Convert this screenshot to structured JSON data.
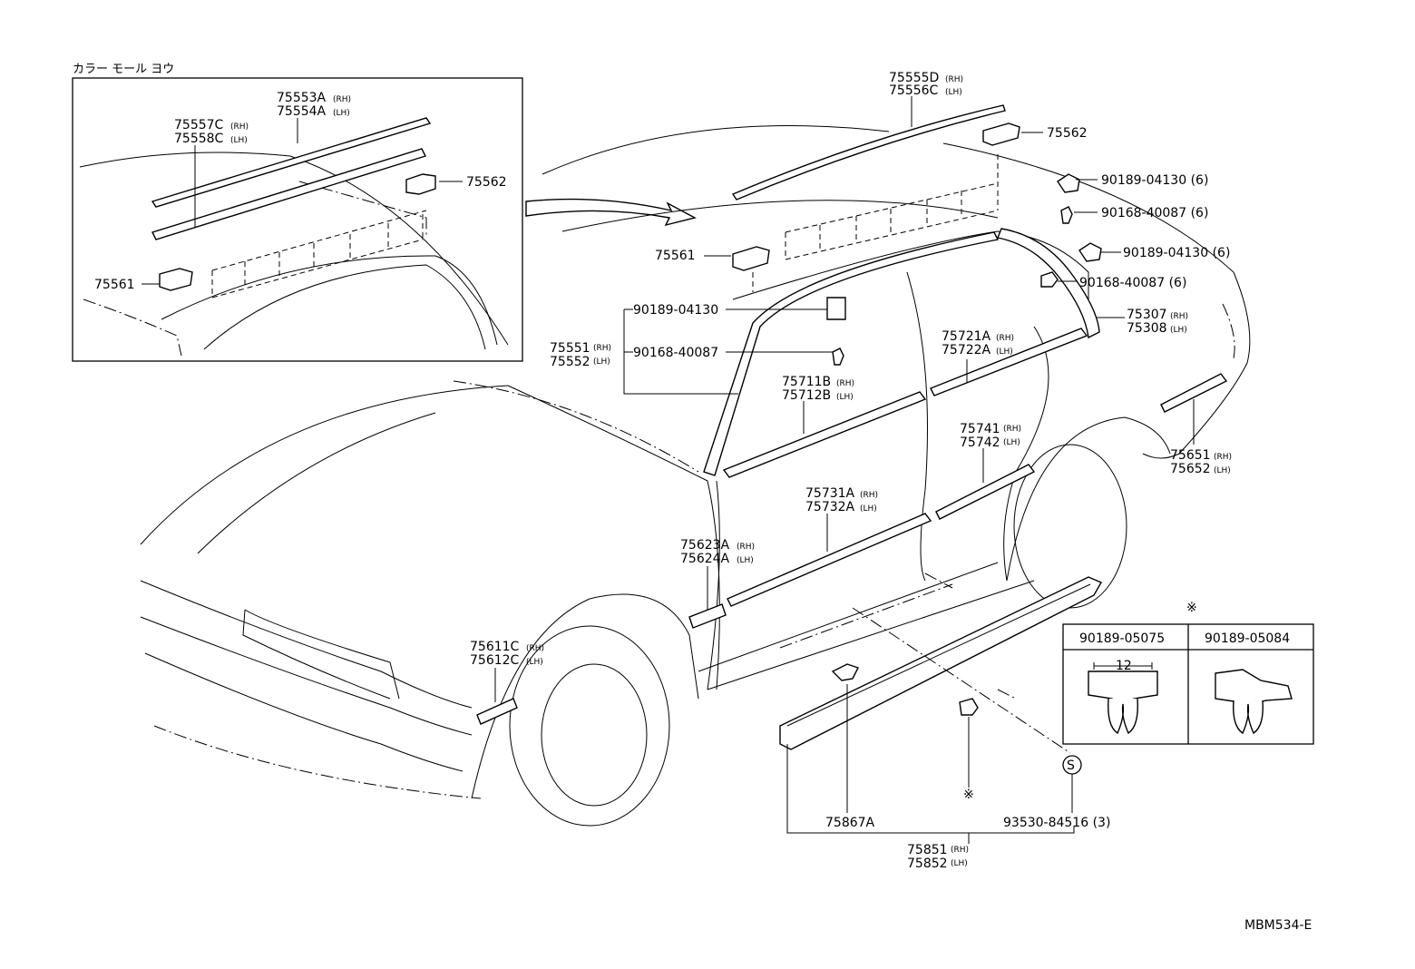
{
  "inset": {
    "title": "カラー モール ヨウ",
    "labels": {
      "p75553": "75553A",
      "p75553_suffix": "(RH)",
      "p75554": "75554A",
      "p75554_suffix": "(LH)",
      "p75557": "75557C",
      "p75557_suffix": "(RH)",
      "p75558": "75558C",
      "p75558_suffix": "(LH)",
      "p75562": "75562",
      "p75561": "75561"
    }
  },
  "main": {
    "labels": {
      "p75555": "75555D",
      "p75555_suffix": "(RH)",
      "p75556": "75556C",
      "p75556_suffix": "(LH)",
      "p75562": "75562",
      "p90189a": "90189-04130 (6)",
      "p90168a": "90168-40087 (6)",
      "p90189b": "90189-04130 (6)",
      "p90168b": "90168-40087 (6)",
      "p75561": "75561",
      "p90189c": "90189-04130",
      "p90168c": "90168-40087",
      "p75551": "75551",
      "p75551_suffix": "(RH)",
      "p75552": "75552",
      "p75552_suffix": "(LH)",
      "p75721": "75721A",
      "p75721_suffix": "(RH)",
      "p75722": "75722A",
      "p75722_suffix": "(LH)",
      "p75307": "75307",
      "p75307_suffix": "(RH)",
      "p75308": "75308",
      "p75308_suffix": "(LH)",
      "p75711": "75711B",
      "p75711_suffix": "(RH)",
      "p75712": "75712B",
      "p75712_suffix": "(LH)",
      "p75741": "75741",
      "p75741_suffix": "(RH)",
      "p75742": "75742",
      "p75742_suffix": "(LH)",
      "p75651": "75651",
      "p75651_suffix": "(RH)",
      "p75652": "75652",
      "p75652_suffix": "(LH)",
      "p75731": "75731A",
      "p75731_suffix": "(RH)",
      "p75732": "75732A",
      "p75732_suffix": "(LH)",
      "p75623": "75623A",
      "p75623_suffix": "(RH)",
      "p75624": "75624A",
      "p75624_suffix": "(LH)",
      "p75611": "75611C",
      "p75611_suffix": "(RH)",
      "p75612": "75612C",
      "p75612_suffix": "(LH)",
      "p75867": "75867A",
      "p93530": "93530-84516 (3)",
      "p75851": "75851",
      "p75851_suffix": "(RH)",
      "p75852": "75852",
      "p75852_suffix": "(LH)",
      "s_marker": "S",
      "star_marker": "※"
    }
  },
  "clip_table": {
    "marker": "※",
    "col1": "90189-05075",
    "col2": "90189-05084",
    "dimension": "12"
  },
  "footer_code": "MBM534-E"
}
